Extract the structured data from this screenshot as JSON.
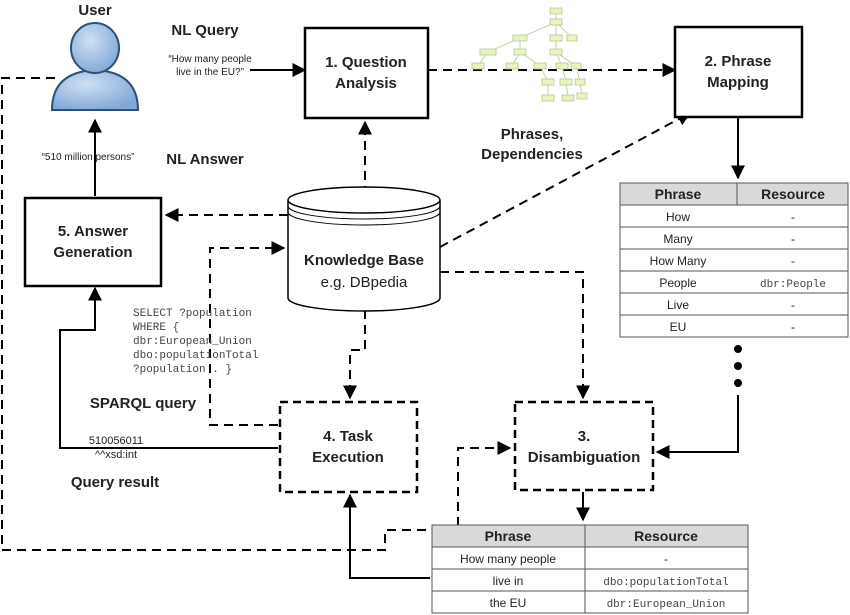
{
  "user": {
    "label": "User"
  },
  "nl_query": {
    "title": "NL Query",
    "line1": "“How many people",
    "line2": "live in the EU?”"
  },
  "nl_answer": {
    "title": "NL Answer",
    "text": "“510 million persons”"
  },
  "boxes": {
    "question_analysis": {
      "line1": "1. Question",
      "line2": "Analysis"
    },
    "phrase_mapping": {
      "line1": "2. Phrase",
      "line2": "Mapping"
    },
    "answer_generation": {
      "line1": "5. Answer",
      "line2": "Generation"
    },
    "task_execution": {
      "line1": "4. Task",
      "line2": "Execution"
    },
    "disambiguation": {
      "line1": "3.",
      "line2": "Disambiguation"
    }
  },
  "knowledge_base": {
    "line1": "Knowledge Base",
    "line2": "e.g. DBpedia"
  },
  "phrases_dependencies": {
    "line1": "Phrases,",
    "line2": "Dependencies"
  },
  "sparql": {
    "lines": [
      "SELECT ?population",
      "WHERE {",
      "dbr:European_Union",
      "dbo:populationTotal",
      "?population . }"
    ],
    "caption": "SPARQL query"
  },
  "query_result": {
    "line1": "510056011",
    "line2": "^^xsd:int",
    "caption": "Query result"
  },
  "mapping_table": {
    "headers": [
      "Phrase",
      "Resource"
    ],
    "rows": [
      [
        "How",
        "-"
      ],
      [
        "Many",
        "-"
      ],
      [
        "How Many",
        "-"
      ],
      [
        "People",
        "dbr:People"
      ],
      [
        "Live",
        "-"
      ],
      [
        "EU",
        "-"
      ]
    ]
  },
  "disambiguation_table": {
    "headers": [
      "Phrase",
      "Resource"
    ],
    "rows": [
      [
        "How many people",
        "-"
      ],
      [
        "live in",
        "dbo:populationTotal"
      ],
      [
        "the EU",
        "dbr:European_Union"
      ]
    ]
  },
  "colors": {
    "user_fill": "#8fb4e3",
    "user_stroke": "#2f4f73",
    "table_header": "#d9d9d9",
    "tree_node": "#e8f3c4"
  }
}
